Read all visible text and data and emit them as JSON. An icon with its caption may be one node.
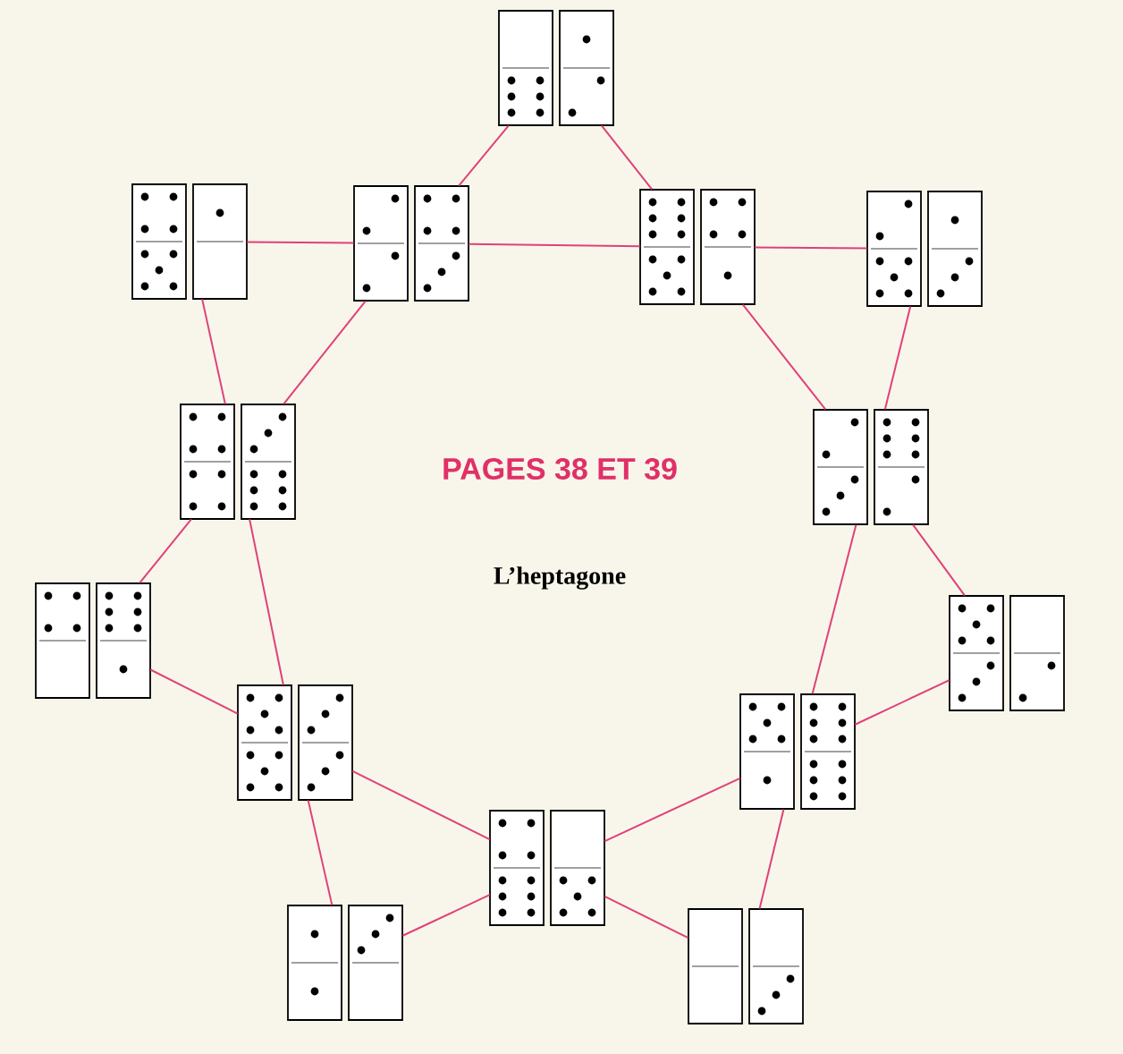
{
  "diagram": {
    "title": "PAGES 38 ET 39",
    "nodes": [
      {
        "text": [],
        "shape": "picture"
      },
      {
        "text": [],
        "shape": "picture"
      },
      {
        "text": [],
        "shape": "picture"
      },
      {
        "text": [],
        "shape": "picture"
      },
      {
        "text": [],
        "shape": "picture"
      },
      {
        "text": [],
        "shape": "picture"
      },
      {
        "text": [],
        "shape": "picture"
      },
      {
        "text": [],
        "shape": "picture"
      },
      {
        "text": [],
        "shape": "picture"
      },
      {
        "text": [],
        "shape": "picture"
      },
      {
        "text": [],
        "shape": "picture"
      },
      {
        "text": [],
        "shape": "picture"
      },
      {
        "text": [],
        "shape": "picture"
      },
      {
        "text": [],
        "shape": "picture"
      }
    ],
    "edges": [
      {
        "from": 0,
        "to": 2,
        "arrow": "none"
      },
      {
        "from": 0,
        "to": 3,
        "arrow": "none"
      },
      {
        "from": 1,
        "to": 2,
        "arrow": "none"
      },
      {
        "from": 2,
        "to": 3,
        "arrow": "none"
      },
      {
        "from": 3,
        "to": 4,
        "arrow": "none"
      },
      {
        "from": 1,
        "to": 5,
        "arrow": "none"
      },
      {
        "from": 2,
        "to": 5,
        "arrow": "none"
      },
      {
        "from": 3,
        "to": 6,
        "arrow": "none"
      },
      {
        "from": 4,
        "to": 6,
        "arrow": "none"
      },
      {
        "from": 5,
        "to": 7,
        "arrow": "none"
      },
      {
        "from": 5,
        "to": 9,
        "arrow": "none"
      },
      {
        "from": 7,
        "to": 9,
        "arrow": "none"
      },
      {
        "from": 6,
        "to": 8,
        "arrow": "none"
      },
      {
        "from": 6,
        "to": 10,
        "arrow": "none"
      },
      {
        "from": 8,
        "to": 10,
        "arrow": "none"
      },
      {
        "from": 9,
        "to": 11,
        "arrow": "none"
      },
      {
        "from": 9,
        "to": 12,
        "arrow": "none"
      },
      {
        "from": 12,
        "to": 11,
        "arrow": "none"
      },
      {
        "from": 11,
        "to": 10,
        "arrow": "none"
      },
      {
        "from": 11,
        "to": 13,
        "arrow": "none"
      },
      {
        "from": 10,
        "to": 13,
        "arrow": "none"
      }
    ],
    "labels": [
      "L’heptagone"
    ]
  }
}
